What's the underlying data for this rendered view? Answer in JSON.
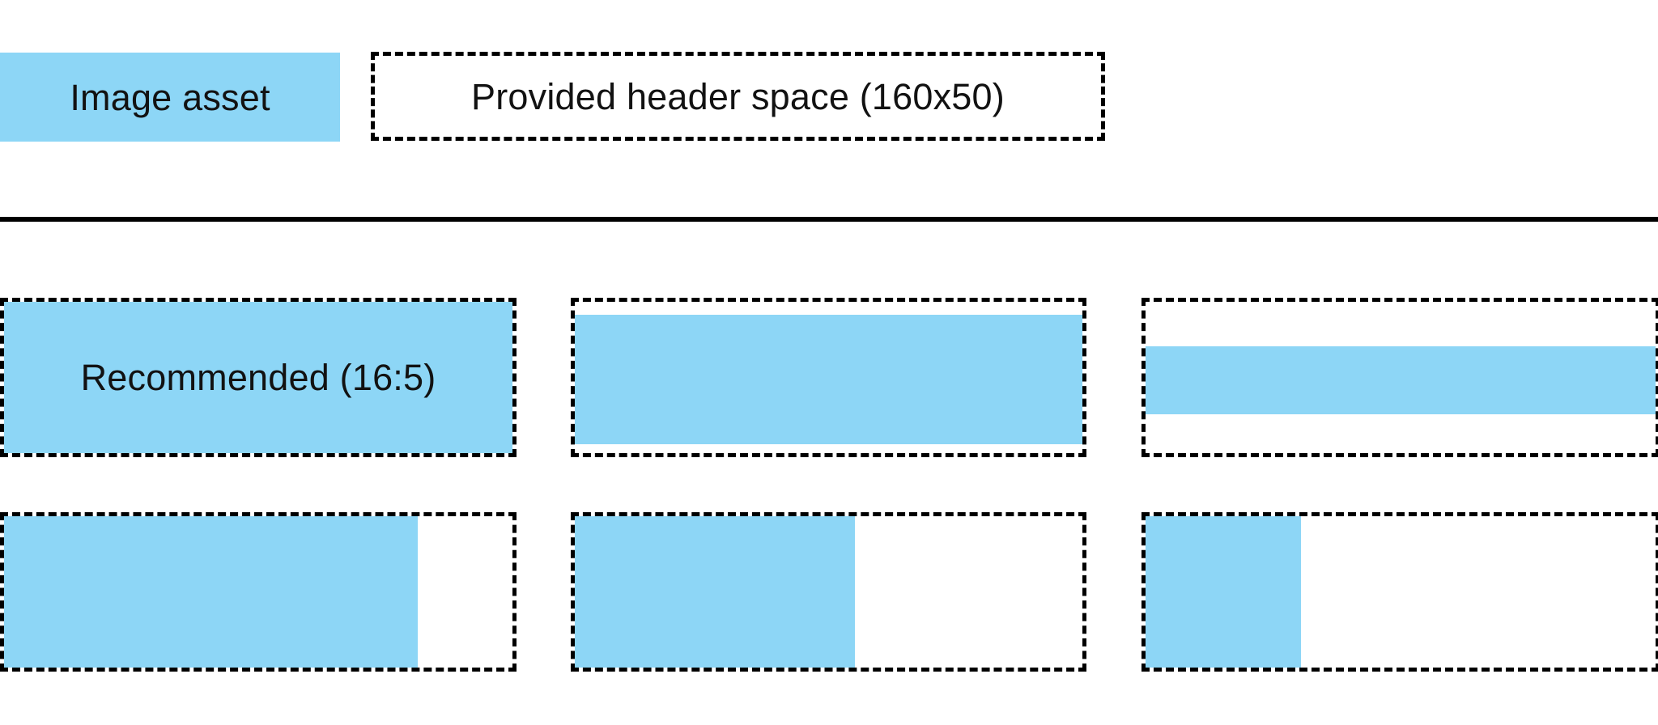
{
  "colors": {
    "asset_blue": "#8DD6F6",
    "line_black": "#000000",
    "text_black": "#121212"
  },
  "legend": {
    "asset_label": "Image asset",
    "header_space_label": "Provided header space (160x50)"
  },
  "examples": {
    "items": [
      {
        "name": "recommended-16-5",
        "label": "Recommended (16:5)",
        "fill": {
          "left_pct": 0,
          "top_pct": 0,
          "width_pct": 100,
          "height_pct": 100
        }
      },
      {
        "name": "full-width-tall",
        "fill": {
          "left_pct": 0,
          "top_pct": 8.6,
          "width_pct": 100,
          "height_pct": 85.6
        }
      },
      {
        "name": "full-width-band",
        "fill": {
          "left_pct": 0,
          "top_pct": 29.4,
          "width_pct": 100,
          "height_pct": 44.9
        }
      },
      {
        "name": "partial-width-large",
        "fill": {
          "left_pct": 0,
          "top_pct": 0,
          "width_pct": 81.4,
          "height_pct": 100
        }
      },
      {
        "name": "partial-width-medium",
        "fill": {
          "left_pct": 0,
          "top_pct": 0,
          "width_pct": 55.2,
          "height_pct": 100
        }
      },
      {
        "name": "partial-width-small",
        "fill": {
          "left_pct": 0,
          "top_pct": 0,
          "width_pct": 30.5,
          "height_pct": 100
        }
      }
    ]
  }
}
